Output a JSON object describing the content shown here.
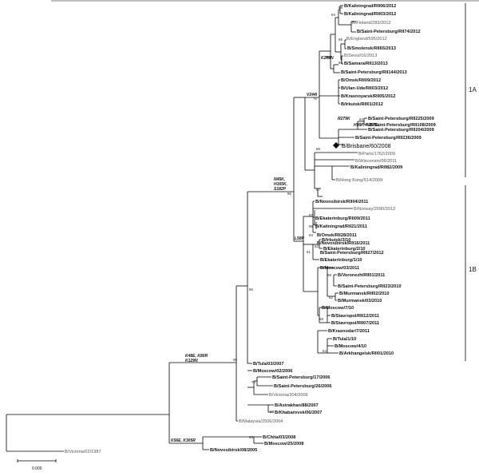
{
  "taxa": [
    "B/Kaliningrad/RII06/2012",
    "B/Kaliningrad/RII03/2012",
    "B/Finland/283/2012",
    "B/Saint-Petersburg/RII74/2012",
    "B/England/595/2012",
    "B/Smolensk/RII65/2013",
    "B/Seoul/16/2013",
    "B/Samara/RII13/2013",
    "B/Saint-Petersburg/RII144/2013",
    "B/Omsk/RII09/2012",
    "B/Ulan-Ude/RII03/2012",
    "B/Krasnoyarsk/RII05/2012",
    "B/Irkutsk/RII01/2012",
    "B/Saint-Petersburg/RII225/2009",
    "B/Saint-Petersburg/RII108/2009",
    "B/Saint-Petersburg/RII204/2009",
    "B/Saint-Petersburg/RII236/2009",
    "B/Brisbane/60/2008",
    "B/Paris/1762/2009",
    "B/Wisconsin/06/2011",
    "B/Kaliningrad/RII82/2009",
    "B/Hong Kong/514/2009",
    "B/Norway/2090/2012",
    "B/Novosibirsk/RII04/2011",
    "B/Ekaterinburg/RII09/2011",
    "B/Kaliningrad/RII21/2011",
    "B/Omsk/RII28/2011",
    "B/Novosibirsk/RII16/2011",
    "B/Saint-Petersburg/RII27/2012",
    "B/Irkutsk/3/10",
    "B/Ekaterinburg/2/10",
    "B/Ekaterinburg/1/10",
    "B/Moscow/03/2011",
    "B/Voronezh/RII01/2011",
    "B/Saint-Petersburg/RII23/2010",
    "B/Murmansk/RII02/2010",
    "B/Murmansk/03/2010",
    "B/Moscow/7/10",
    "B/Stavropol/RII12/2011",
    "B/Stavropol/RII07/2011",
    "B/Krasnodar/7/2011",
    "B/Tula/1/10",
    "B/Moscow/4/10",
    "B/Arkhangelsk/RII01/2010",
    "B/Tula/03/2007",
    "B/Moscow/02/2006",
    "B/Saint-Petersburg/17/2006",
    "B/Saint-Petersburg/26/2006",
    "B/Victoria/304/2006",
    "B/Astrakhan/88/2007",
    "B/Khabarovsk/06/2007",
    "B/Malaysia/2506/2004",
    "B/Chita/03/2008",
    "B/Moscow/25/2008",
    "B/Novosibirsk/08/2005",
    "B/Victoria/02/1987"
  ],
  "bootstrap": [
    "69",
    "64",
    "65",
    "95",
    "65",
    "76",
    "94",
    "66",
    "57",
    "96",
    "67",
    "95",
    "93",
    "62",
    "61",
    "69",
    "62",
    "68",
    "64",
    "86",
    "99",
    "70",
    "67",
    "93"
  ],
  "mutations": [
    "K209N",
    "V244I",
    "R279K",
    "H99P, R287K",
    "N45K, H165K, S182P",
    "L58P",
    "K48E, K80R, K129N",
    "K56E, K305R"
  ],
  "clades": {
    "a": "1A",
    "b": "1B"
  },
  "scale_label": "0.005",
  "reference_strain": "B/Brisbane/60/2008"
}
